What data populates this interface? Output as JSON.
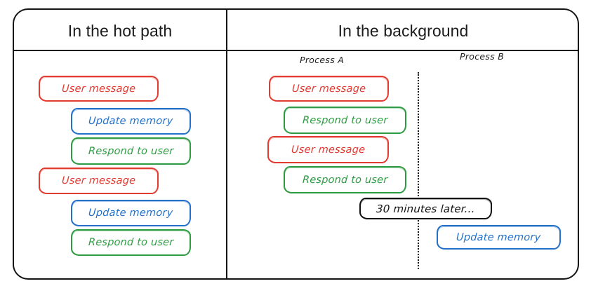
{
  "diagram": {
    "title_left": "In the hot path",
    "title_right": "In the background",
    "colors": {
      "red": "#e23c32",
      "blue": "#2471c9",
      "green": "#2e9c43",
      "black": "#111111",
      "frame": "#141414",
      "background": "#ffffff"
    }
  },
  "left_panel": {
    "header": "In the hot path",
    "steps": [
      {
        "label": "User message",
        "color": "red",
        "indent": "none"
      },
      {
        "label": "Update memory",
        "color": "blue",
        "indent": "right"
      },
      {
        "label": "Respond to user",
        "color": "green",
        "indent": "right"
      },
      {
        "label": "User message",
        "color": "red",
        "indent": "none"
      },
      {
        "label": "Update memory",
        "color": "blue",
        "indent": "right"
      },
      {
        "label": "Respond to user",
        "color": "green",
        "indent": "right"
      }
    ]
  },
  "right_panel": {
    "header": "In the background",
    "process_a_label": "Process A",
    "process_b_label": "Process B",
    "process_a_steps": [
      {
        "label": "User message",
        "color": "red",
        "indent": "none"
      },
      {
        "label": "Respond to user",
        "color": "green",
        "indent": "right"
      },
      {
        "label": "User message",
        "color": "red",
        "indent": "none"
      },
      {
        "label": "Respond to user",
        "color": "green",
        "indent": "right"
      }
    ],
    "time_gap": {
      "label": "30 minutes later...",
      "color": "black"
    },
    "process_b_steps": [
      {
        "label": "Update memory",
        "color": "blue",
        "indent": "none"
      }
    ]
  }
}
